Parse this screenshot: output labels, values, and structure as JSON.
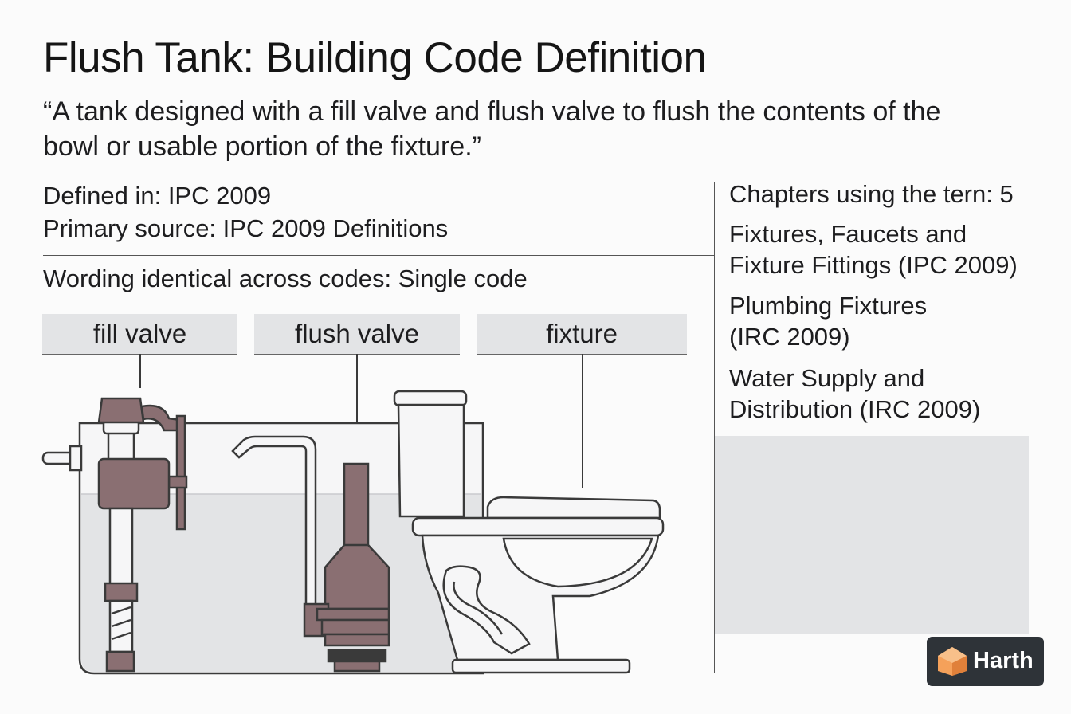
{
  "title": "Flush Tank: Building Code Definition",
  "quote": "“A tank designed with a fill valve and flush valve to flush the contents of the bowl or usable portion of the fixture.”",
  "meta": {
    "defined_in": "Defined in: IPC 2009",
    "primary_source": "Primary source: IPC 2009 Definitions",
    "wording": "Wording identical across codes: Single code"
  },
  "labels": {
    "fill_valve": "fill valve",
    "flush_valve": "flush valve",
    "fixture": "fixture"
  },
  "chapters": {
    "header": "Chapters using the tern: 5",
    "items": [
      "Fixtures, Faucets and\nFixture Fittings (IPC 2009)",
      "Plumbing Fixtures\n(IRC 2009)",
      "Water Supply and\nDistribution (IRC 2009)"
    ]
  },
  "brand": {
    "name": "Harth"
  },
  "colors": {
    "part": "#8a6f72",
    "outline": "#3a3a3a",
    "water": "#e3e4e6",
    "tank": "#f6f6f7"
  }
}
